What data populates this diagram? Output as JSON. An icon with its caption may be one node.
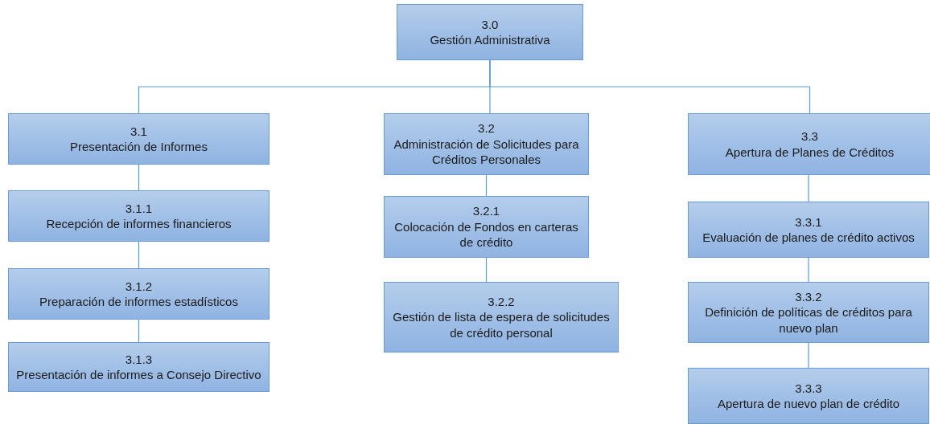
{
  "diagram": {
    "nodes": [
      {
        "text": [
          "3.0",
          "Gestión Administrativa"
        ]
      },
      {
        "text": [
          "3.1",
          "Presentación de Informes"
        ]
      },
      {
        "text": [
          "3.2",
          "Administración de Solicitudes para Créditos Personales"
        ]
      },
      {
        "text": [
          "3.3",
          "Apertura de Planes de Créditos"
        ]
      },
      {
        "text": [
          "3.1.1",
          "Recepción  de informes financieros"
        ]
      },
      {
        "text": [
          "3.2.1",
          "Colocación de Fondos en carteras de crédito"
        ]
      },
      {
        "text": [
          "3.1.2",
          "Preparación de informes estadísticos"
        ]
      },
      {
        "text": [
          "3.2.2",
          "Gestión de lista de espera de solicitudes de crédito personal"
        ]
      },
      {
        "text": [
          "3.3.1",
          "Evaluación de planes de crédito activos"
        ]
      },
      {
        "text": [
          "3.1.3",
          "Presentación de informes a Consejo Directivo"
        ]
      },
      {
        "text": [
          "3.3.2",
          "Definición de políticas de créditos para nuevo plan"
        ]
      },
      {
        "text": [
          "3.3.3",
          "Apertura de  nuevo plan de crédito"
        ]
      }
    ],
    "edges": [
      {
        "from": 0,
        "to": 1,
        "arrow": "none"
      },
      {
        "from": 0,
        "to": 2,
        "arrow": "none"
      },
      {
        "from": 0,
        "to": 3,
        "arrow": "none"
      },
      {
        "from": 1,
        "to": 4,
        "arrow": "none"
      },
      {
        "from": 4,
        "to": 6,
        "arrow": "none"
      },
      {
        "from": 6,
        "to": 9,
        "arrow": "none"
      },
      {
        "from": 2,
        "to": 5,
        "arrow": "none"
      },
      {
        "from": 5,
        "to": 7,
        "arrow": "none"
      },
      {
        "from": 3,
        "to": 8,
        "arrow": "none"
      },
      {
        "from": 8,
        "to": 10,
        "arrow": "none"
      },
      {
        "from": 10,
        "to": 11,
        "arrow": "none"
      }
    ]
  }
}
